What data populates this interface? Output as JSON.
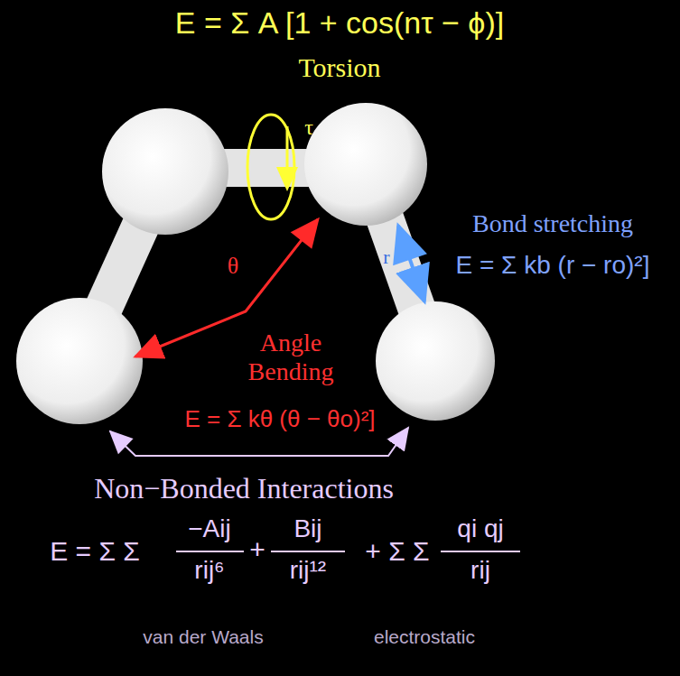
{
  "diagram": {
    "labels": [
      "E = Σ A [1 + cos(nτ − ϕ)]",
      "Torsion",
      "τ",
      "Bond stretching",
      "E = Σ kb (r − ro)²]",
      "r",
      "θ",
      "Angle Bending",
      "E = Σ kθ (θ − θo)²]",
      "Non−Bonded Interactions",
      "E = Σ Σ",
      "−Aij",
      "rij⁶",
      "+",
      "Bij",
      "rij¹²",
      "+ Σ Σ",
      "qi qj",
      "rij",
      "van der Waals",
      "electrostatic"
    ]
  }
}
